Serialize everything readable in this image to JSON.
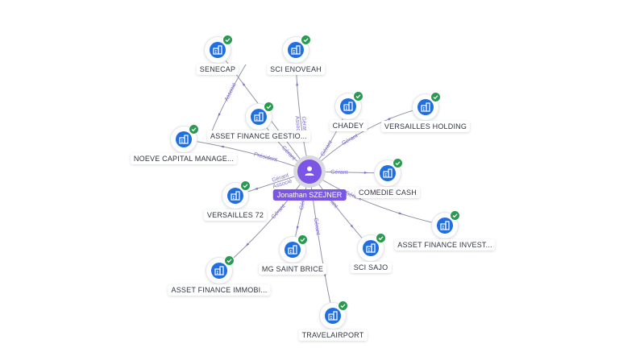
{
  "person": {
    "name": "Jonathan SZEJNER",
    "icon": "person-icon",
    "color": "#7b55e6"
  },
  "nodes": [
    {
      "id": "senecap",
      "label": "SENECAP",
      "icon": "company-icon",
      "verified": true
    },
    {
      "id": "sci-enoveah",
      "label": "SCI ENOVEAH",
      "icon": "company-icon",
      "verified": true
    },
    {
      "id": "asset-finance-gestion",
      "label": "ASSET FINANCE GESTIO...",
      "icon": "company-icon",
      "verified": true
    },
    {
      "id": "chadey",
      "label": "CHADEY",
      "icon": "company-icon",
      "verified": true
    },
    {
      "id": "versailles-holding",
      "label": "VERSAILLES HOLDING",
      "icon": "company-icon",
      "verified": true
    },
    {
      "id": "noeve-capital",
      "label": "NOEVE CAPITAL MANAGE...",
      "icon": "company-icon",
      "verified": true
    },
    {
      "id": "comedie-cash",
      "label": "COMEDIE CASH",
      "icon": "company-icon",
      "verified": true
    },
    {
      "id": "versailles-72",
      "label": "VERSAILLES 72",
      "icon": "company-icon",
      "verified": true
    },
    {
      "id": "asset-finance-invest",
      "label": "ASSET FINANCE INVEST...",
      "icon": "company-icon",
      "verified": true
    },
    {
      "id": "mg-saint-brice",
      "label": "MG SAINT BRICE",
      "icon": "company-icon",
      "verified": true
    },
    {
      "id": "sci-sajo",
      "label": "SCI SAJO",
      "icon": "company-icon",
      "verified": true
    },
    {
      "id": "asset-finance-immobi",
      "label": "ASSET FINANCE IMMOBI...",
      "icon": "company-icon",
      "verified": true
    },
    {
      "id": "travelairport",
      "label": "TRAVELAIRPORT",
      "icon": "company-icon",
      "verified": true
    }
  ],
  "edge_labels": {
    "sci-enoveah": "Gérant\nAssocié",
    "asset-finance-gestion": "Gérant",
    "chadey": "Gérant",
    "versailles-holding": "Gérant",
    "noeve-capital": "Président",
    "comedie-cash": "Gérant",
    "versailles-72": "Gérant\nAssocié",
    "asset-finance-invest": "Gérant",
    "mg-saint-brice": "Gérant",
    "sci-sajo": "Gérant",
    "asset-finance-immobi": "Gérant",
    "travelairport": "Gérant",
    "senecap-asset-finance-gestion": "Associé"
  },
  "colors": {
    "company_icon": "#1f6fe0",
    "verified_badge": "#2a9a52",
    "edge_label": "#7c6cd8"
  }
}
